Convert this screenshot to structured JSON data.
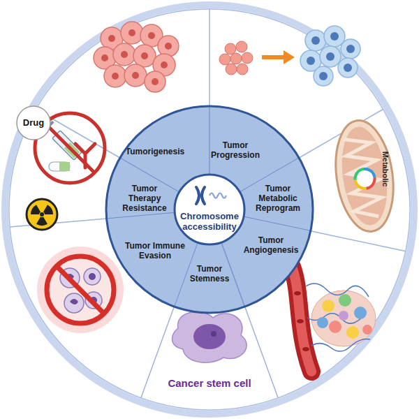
{
  "diagram": {
    "nodes": [
      {
        "text": [
          "Chromosome accessibility"
        ]
      },
      {
        "text": [
          "Tumorigenesis"
        ]
      },
      {
        "text": [
          "Tumor Progression"
        ]
      },
      {
        "text": [
          "Tumor Metabolic Reprogram"
        ]
      },
      {
        "text": [
          "Tumor Angiogenesis"
        ]
      },
      {
        "text": [
          "Tumor Stemness"
        ]
      },
      {
        "text": [
          "Tumor Immune Evasion"
        ]
      },
      {
        "text": [
          "Tumor Therapy Resistance"
        ]
      },
      {
        "text": [
          "Drug"
        ]
      }
    ],
    "labels": [
      "Metabolic",
      "Cancer stem cell"
    ]
  }
}
